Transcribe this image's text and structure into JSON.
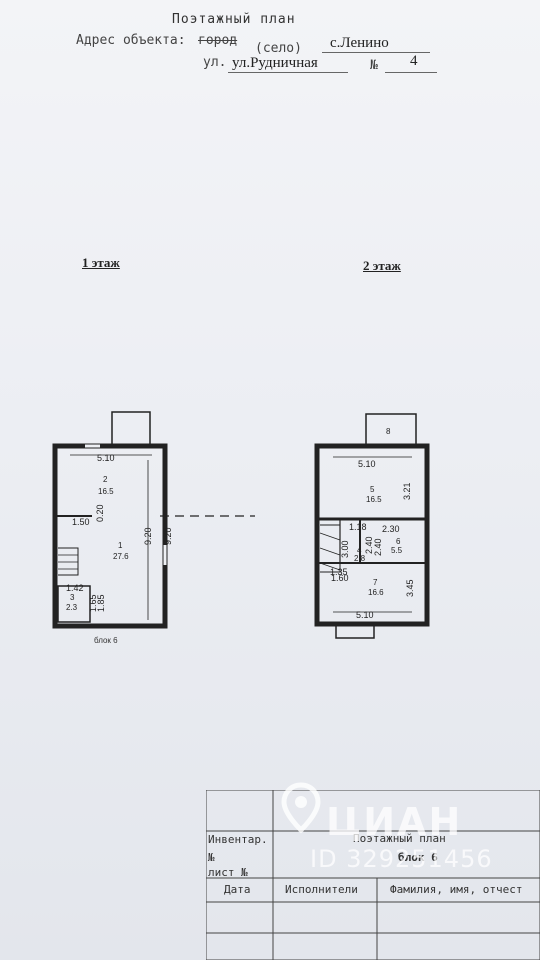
{
  "header": {
    "title": "Поэтажный план",
    "address_label": "Адрес объекта:",
    "city_type_struck": "город",
    "settlement_type": "(село)",
    "settlement_name": "с.Ленино",
    "street_label": "ул.",
    "street_name": "ул.Рудничная",
    "number_sign": "№",
    "number": "4"
  },
  "floors": {
    "first": {
      "label": "1 этаж",
      "caption": "блок 6",
      "dims": [
        "5.10",
        "0.20",
        "1.50",
        "9.20",
        "9.20",
        "1.42",
        "1.65",
        "1.85"
      ],
      "rooms": [
        {
          "num": "2",
          "area": "16.5"
        },
        {
          "num": "1",
          "area": "27.6"
        },
        {
          "num": "3",
          "area": "2.3"
        }
      ]
    },
    "second": {
      "label": "2 этаж",
      "dims": [
        "5.10",
        "3.21",
        "1.18",
        "2.30",
        "3.00",
        "2.40",
        "2.40",
        "1.35",
        "1.60",
        "3.45",
        "5.10"
      ],
      "rooms": [
        {
          "num": "8",
          "area": ""
        },
        {
          "num": "5",
          "area": "16.5"
        },
        {
          "num": "4",
          "area": "2.8"
        },
        {
          "num": "6",
          "area": "5.5"
        },
        {
          "num": "7",
          "area": "16.6"
        }
      ]
    }
  },
  "stamp": {
    "inventory_label": "Инвентар.",
    "no_label": "№",
    "sheet_label": "лист №",
    "plan_label": "Поэтажный план",
    "block_label": "блок 6",
    "col_date": "Дата",
    "col_executors": "Исполнители",
    "col_name": "Фамилия, имя, отчест"
  },
  "watermark": {
    "brand": "ЦИАН",
    "id": "ID 329251456"
  }
}
